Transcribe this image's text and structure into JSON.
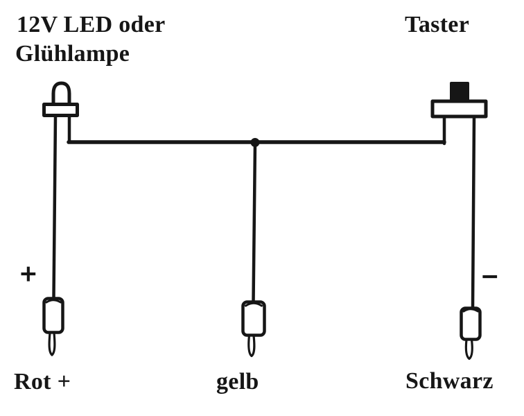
{
  "page": {
    "background": "#ffffff",
    "ink_color": "#161616"
  },
  "heading": {
    "line1": "12V LED oder",
    "line2": "Glühlampe"
  },
  "component_labels": {
    "taster": "Taster"
  },
  "polarity": {
    "plus": "+",
    "minus": "−"
  },
  "wire_labels": {
    "red": "Rot +",
    "yellow": "gelb",
    "black": "Schwarz"
  },
  "diagram_structure": {
    "type": "wiring-diagram",
    "components": [
      "12V LED oder Glühlampe (lamp symbol, top-left)",
      "Taster (push-button symbol, top-right)"
    ],
    "wires": [
      "LED left lead runs down to bullet connector labeled 'Rot +' (plus sign beside wire)",
      "LED right lead joins horizontal bus wire to Taster left lead",
      "junction dot on bus drops down to bullet connector labeled 'gelb'",
      "Taster right lead runs down to bullet connector labeled 'Schwarz' (minus sign beside wire)"
    ]
  }
}
